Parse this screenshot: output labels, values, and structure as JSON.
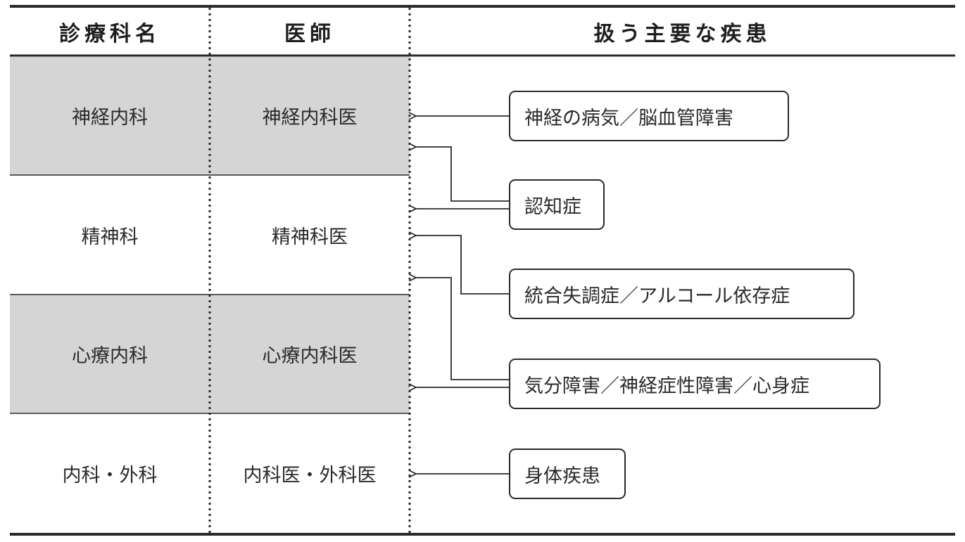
{
  "headers": {
    "department": "診療科名",
    "doctor": "医師",
    "diseases": "扱う主要な疾患"
  },
  "rows": [
    {
      "department": "神経内科",
      "doctor": "神経内科医",
      "shaded": true
    },
    {
      "department": "精神科",
      "doctor": "精神科医",
      "shaded": false
    },
    {
      "department": "心療内科",
      "doctor": "心療内科医",
      "shaded": true
    },
    {
      "department": "内科・外科",
      "doctor": "内科医・外科医",
      "shaded": false
    }
  ],
  "diseases": [
    {
      "label": "神経の病気／脳血管障害",
      "targets": [
        "神経内科"
      ]
    },
    {
      "label": "認知症",
      "targets": [
        "神経内科",
        "精神科"
      ]
    },
    {
      "label": "統合失調症／アルコール依存症",
      "targets": [
        "精神科"
      ]
    },
    {
      "label": "気分障害／神経症性障害／心身症",
      "targets": [
        "精神科",
        "心療内科"
      ]
    },
    {
      "label": "身体疾患",
      "targets": [
        "内科・外科"
      ]
    }
  ],
  "colors": {
    "shade": "#d5d5d6",
    "line": "#2a2a2a"
  }
}
